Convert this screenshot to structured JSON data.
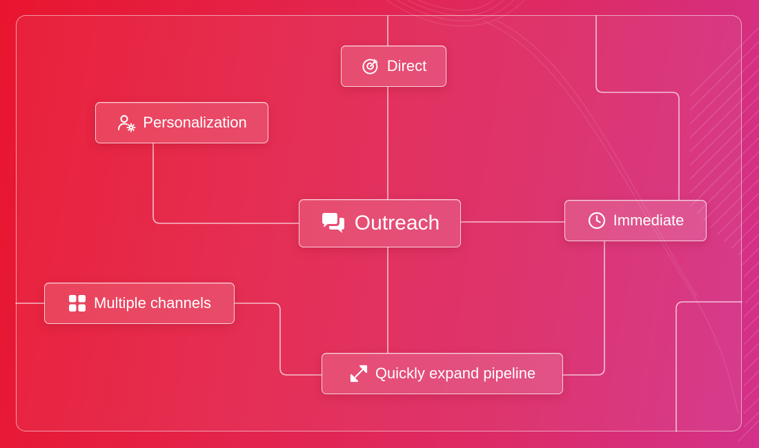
{
  "diagram": {
    "center": {
      "label": "Outreach",
      "icon": "chat-bubbles-icon"
    },
    "nodes": [
      {
        "id": "direct",
        "label": "Direct",
        "icon": "target-icon"
      },
      {
        "id": "personalization",
        "label": "Personalization",
        "icon": "user-gear-icon"
      },
      {
        "id": "immediate",
        "label": "Immediate",
        "icon": "clock-icon"
      },
      {
        "id": "multiple-channels",
        "label": "Multiple channels",
        "icon": "grid-icon"
      },
      {
        "id": "quickly-expand-pipeline",
        "label": "Quickly expand pipeline",
        "icon": "expand-arrows-icon"
      }
    ],
    "edges": [
      [
        "outreach",
        "direct"
      ],
      [
        "outreach",
        "personalization"
      ],
      [
        "outreach",
        "immediate"
      ],
      [
        "outreach",
        "quickly-expand-pipeline"
      ],
      [
        "multiple-channels",
        "quickly-expand-pipeline"
      ],
      [
        "immediate",
        "quickly-expand-pipeline"
      ]
    ]
  },
  "colors": {
    "background_start": "#e8152e",
    "background_end": "#d3318a",
    "line": "#ffffff",
    "text": "#ffffff"
  }
}
